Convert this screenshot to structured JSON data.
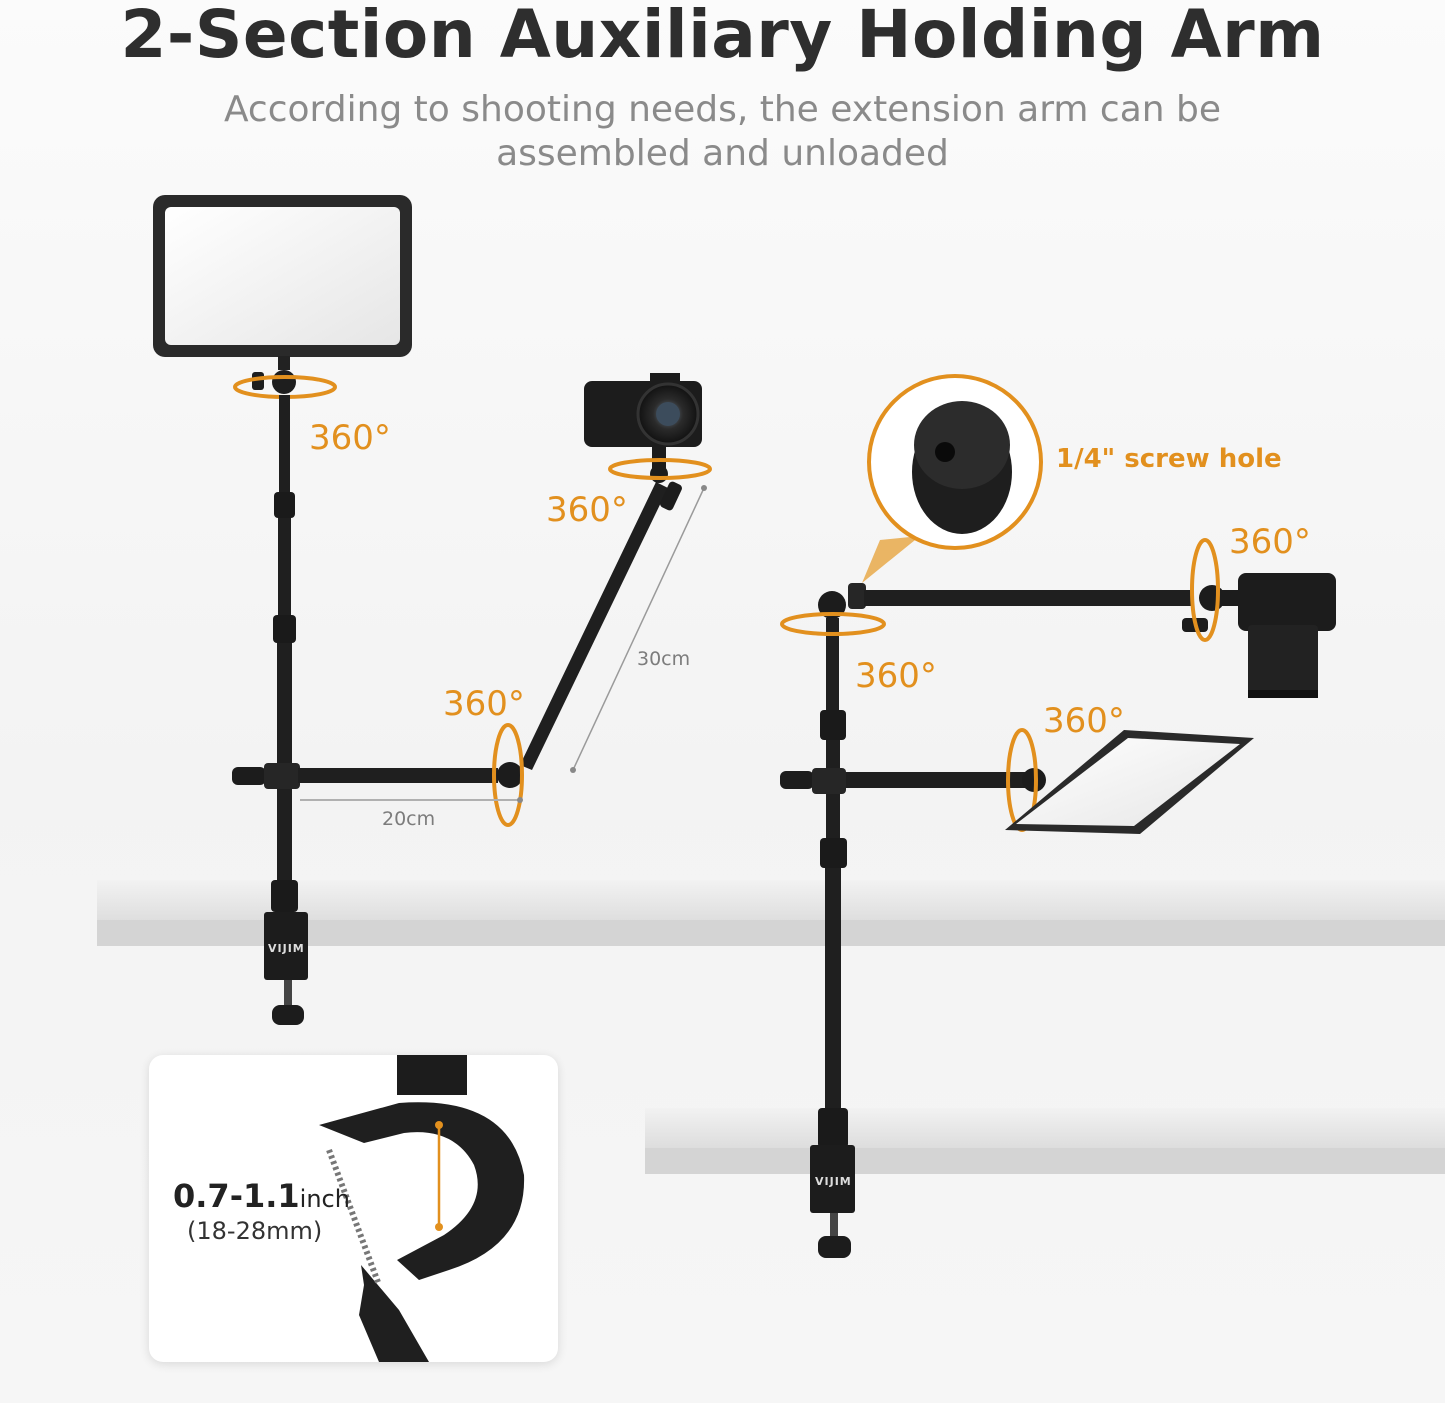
{
  "header": {
    "title": "2-Section Auxiliary Holding Arm",
    "subtitle": "According to shooting needs, the extension arm can be assembled and unloaded"
  },
  "left_setup": {
    "rotation_light": "360°",
    "rotation_camera": "360°",
    "rotation_joint": "360°",
    "arm_length_short": "20cm",
    "arm_length_long": "30cm",
    "clamp_brand": "VIJIM"
  },
  "right_setup": {
    "screw_hole_label": "1/4\" screw hole",
    "rotation_camera": "360°",
    "rotation_pole": "360°",
    "rotation_light": "360°",
    "clamp_brand": "VIJIM"
  },
  "inset": {
    "size_value": "0.7-1.1",
    "size_unit": "inch",
    "size_mm": "(18-28mm)"
  },
  "colors": {
    "accent": "#e2901e",
    "metal": "#1f1f1f",
    "shelf": "#e4e4e4"
  }
}
